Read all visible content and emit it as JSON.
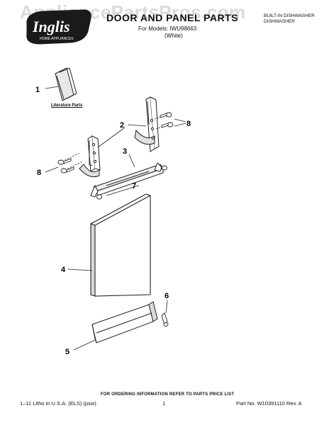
{
  "watermark": "AppliancePartsPros.com",
  "brand": {
    "logo_text": "Inglis",
    "logo_subtext": "HOME APPLIANCES"
  },
  "header": {
    "title": "DOOR AND PANEL PARTS",
    "models_line": "For Models: IWU98663",
    "color_line": "(White)",
    "appliance_type_line1": "BUILT-IN DISHWASHER",
    "appliance_type_line2": "DISHWASHER"
  },
  "literature_label": "Literature Parts",
  "callouts": {
    "c1": "1",
    "c2": "2",
    "c3": "3",
    "c4": "4",
    "c5": "5",
    "c6": "6",
    "c7": "7",
    "c8a": "8",
    "c8b": "8"
  },
  "footer": {
    "note": "FOR ORDERING INFORMATION REFER TO PARTS PRICE LIST",
    "left": "1–11 Litho in U.S.A. (ELS) (psw)",
    "page": "1",
    "part_no": "Part No. W10391110 Rev. A"
  }
}
